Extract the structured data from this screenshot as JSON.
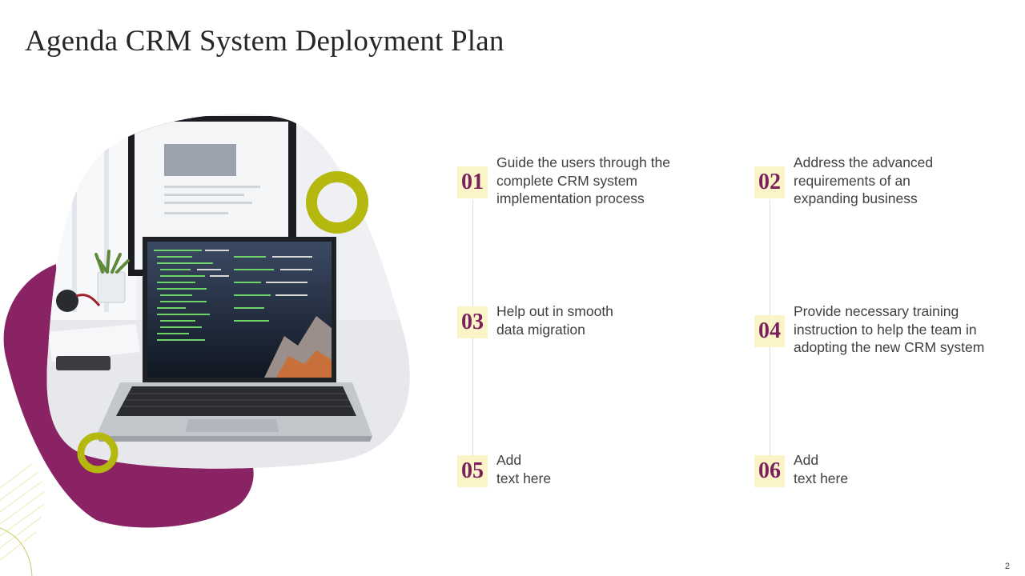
{
  "slide": {
    "title": "Agenda CRM System Deployment Plan",
    "page_number": "2"
  },
  "colors": {
    "accent_purple": "#8a2363",
    "number_color": "#7b1f5f",
    "number_bg": "#fbf4c6",
    "ring_olive": "#b4b80f",
    "text": "#404040"
  },
  "image": {
    "subject": "laptop-with-code-and-monitor-photo"
  },
  "agenda": {
    "items": [
      {
        "number": "01",
        "text": "Guide the users through the\ncomplete CRM system\nimplementation process"
      },
      {
        "number": "02",
        "text": "Address the advanced\nrequirements of an\nexpanding business"
      },
      {
        "number": "03",
        "text": "Help out in smooth\ndata migration"
      },
      {
        "number": "04",
        "text": "Provide necessary training\ninstruction to help the team in\nadopting the new CRM system"
      },
      {
        "number": "05",
        "text": "Add\ntext here"
      },
      {
        "number": "06",
        "text": "Add\ntext here"
      }
    ]
  }
}
